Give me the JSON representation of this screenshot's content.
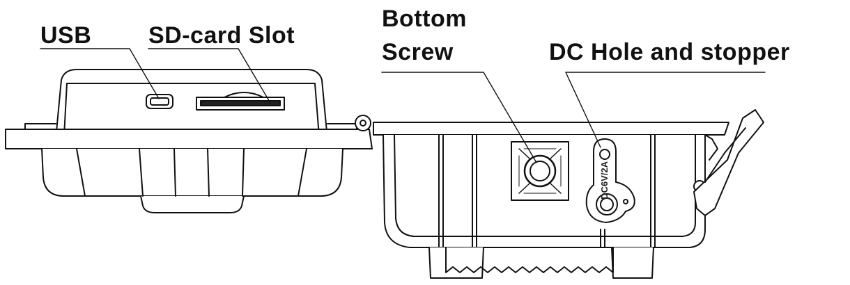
{
  "labels": {
    "usb": "USB",
    "sd_slot": "SD-card Slot",
    "bottom_screw_line1": "Bottom",
    "bottom_screw_line2": "Screw",
    "dc_hole": "DC Hole and stopper"
  },
  "stamp": {
    "dc_rating": "DC6V/2A"
  },
  "colors": {
    "ink": "#111111",
    "background": "#ffffff"
  }
}
